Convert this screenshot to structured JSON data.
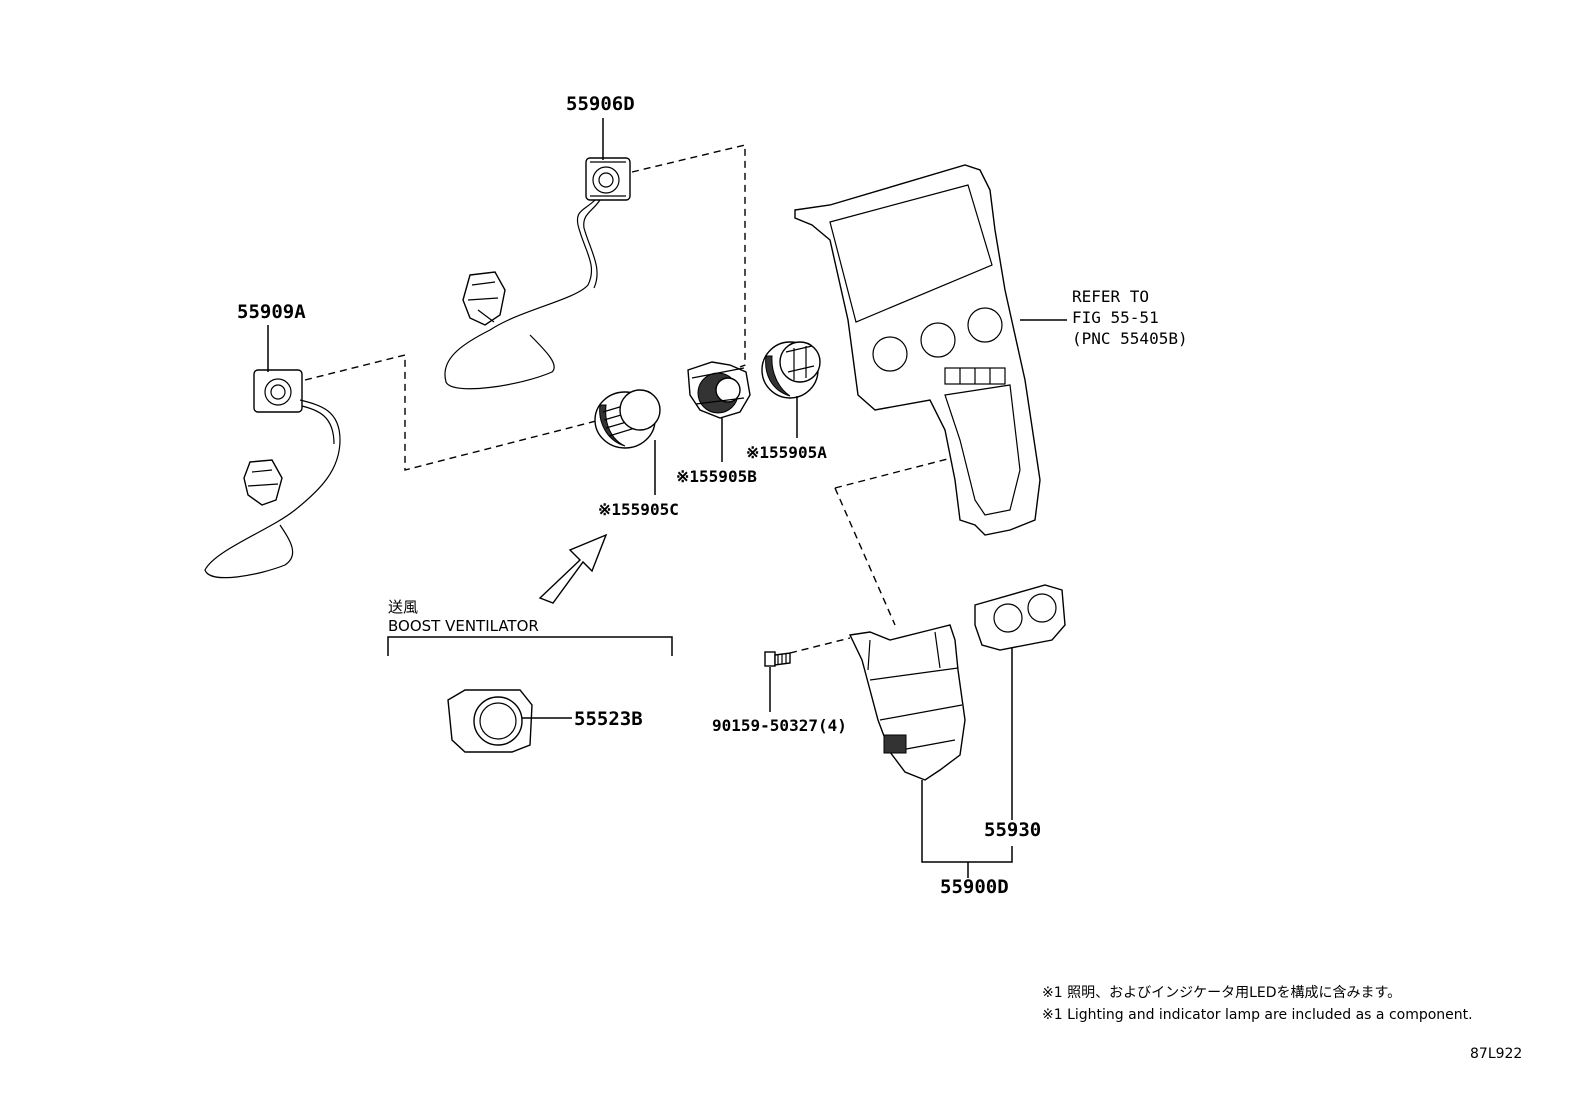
{
  "labels": {
    "p55906D": "55906D",
    "p55909A": "55909A",
    "p55905A": "※155905A",
    "p55905B": "※155905B",
    "p55905C": "※155905C",
    "p55523B": "55523B",
    "p90159": "90159-50327(4)",
    "p55930": "55930",
    "p55900D": "55900D",
    "refer1": "REFER TO",
    "refer2": "FIG 55-51",
    "refer3": "(PNC 55405B)",
    "boost_jp": "送風",
    "boost_en": "BOOST VENTILATOR"
  },
  "notes": {
    "jp": "※1 照明、およびインジケータ用LEDを構成に含みます。",
    "en": "※1 Lighting and indicator lamp are included as a component."
  },
  "figure_id": "87L922"
}
